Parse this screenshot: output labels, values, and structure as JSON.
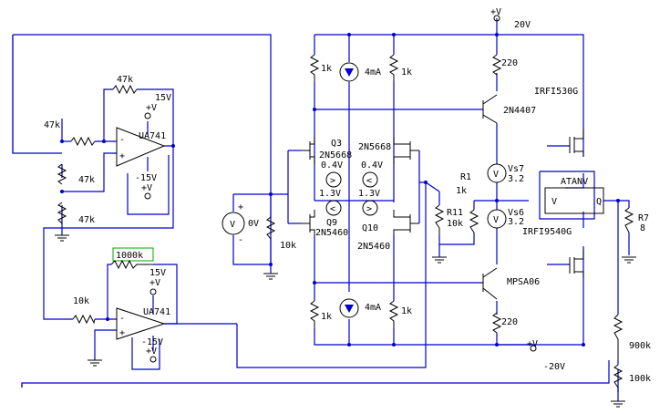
{
  "supply": {
    "pos_label": "+V",
    "pos_value": "20V",
    "neg_label": "+V",
    "neg_value": "-20V"
  },
  "opamp1": {
    "name": "UA741",
    "vpos_value": "15V",
    "vpos_label": "+V",
    "vneg_value": "-15V",
    "vneg_label": "+V",
    "minus": "-",
    "plus": "+",
    "r_feedback": "47k",
    "r_in": "47k",
    "r_div_top": "47k",
    "r_div_bot": "47k"
  },
  "opamp2": {
    "name": "UA741",
    "vpos_value": "15V",
    "vpos_label": "+V",
    "vneg_value": "-15V",
    "vneg_label": "+V",
    "minus": "-",
    "plus": "+",
    "r_feedback": "1000k",
    "r_in": "10k"
  },
  "input_source": {
    "symbol": "V",
    "value": "0V",
    "plus": "+",
    "minus": "-",
    "r_shunt": "10k"
  },
  "input_stage": {
    "r_top_left": "1k",
    "r_top_right": "1k",
    "cs_top": "4mA",
    "q3": "Q3",
    "q3_part": "2N5668",
    "q_right_part": "2N5668",
    "q9": "Q9",
    "q9_part": "2N5460",
    "q10": "Q10",
    "q10_part": "2N5460",
    "v_top_left": "0.4V",
    "v_top_right": "0.4V",
    "v_bot_left": "1.3V",
    "v_bot_right": "1.3V",
    "r_bot_left": "1k",
    "r_bot_right": "1k",
    "cs_bot": "4mA"
  },
  "driver": {
    "r1": "R1",
    "r1_value": "1k",
    "r11": "R11",
    "r11_value": "10k",
    "vs7": "Vs7",
    "vs7_value": "3.2",
    "vs6": "Vs6",
    "vs6_value": "3.2",
    "r_top": "220",
    "r_bot": "220",
    "q_top": "2N4407",
    "q_bot": "MPSA06",
    "source_symbol": "V"
  },
  "output": {
    "mos_top": "IRFI530G",
    "mos_bot": "IRFI9540G",
    "atanv": "ATANV",
    "atanv_in": "V",
    "atanv_out": "Q",
    "r7": "R7",
    "r7_value": "8",
    "r_fb_top": "900k",
    "r_fb_bot": "100k"
  }
}
